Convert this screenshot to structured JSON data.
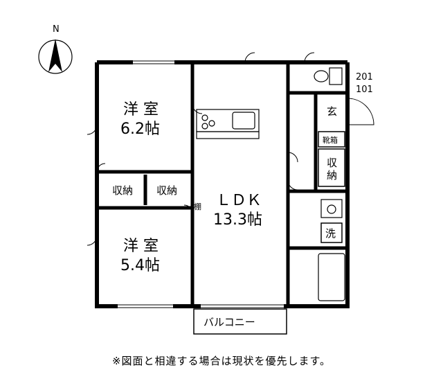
{
  "compass": {
    "north_label": "N"
  },
  "unit_labels": {
    "upper": "201",
    "lower": "101"
  },
  "rooms": {
    "western_room_1": {
      "name": "洋 室",
      "size": "6.2帖"
    },
    "western_room_2": {
      "name": "洋 室",
      "size": "5.4帖"
    },
    "ldk": {
      "name": "ＬＤＫ",
      "size": "13.3帖"
    },
    "storage_left": "収納",
    "storage_right": "収納",
    "shelf": "棚",
    "entrance": "玄",
    "shoe_box": "靴箱",
    "storage_hall": "収納",
    "laundry": "洗",
    "balcony": "バルコニー"
  },
  "note": "※図面と相違する場合は現状を優先します。"
}
